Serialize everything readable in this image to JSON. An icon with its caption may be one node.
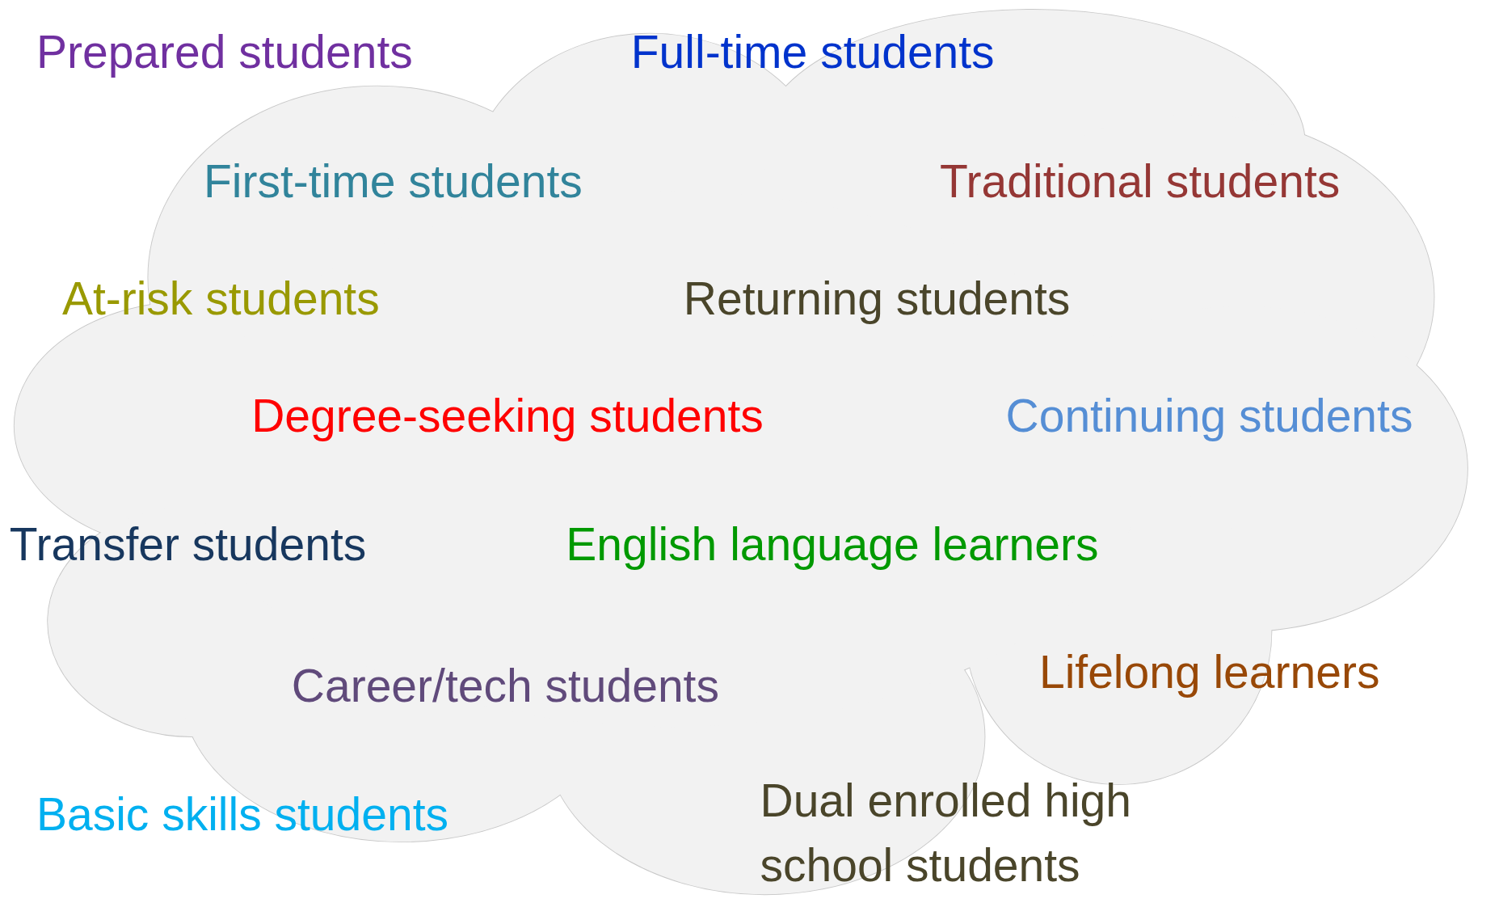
{
  "diagram": {
    "labels": [
      "Prepared students",
      "Full-time students",
      "First-time students",
      "Traditional students",
      "At-risk students",
      "Returning students",
      "Degree-seeking students",
      "Continuing students",
      "Transfer students",
      "English language learners",
      "Career/tech students",
      "Lifelong learners",
      "Basic skills students",
      "Dual enrolled high school students"
    ]
  }
}
